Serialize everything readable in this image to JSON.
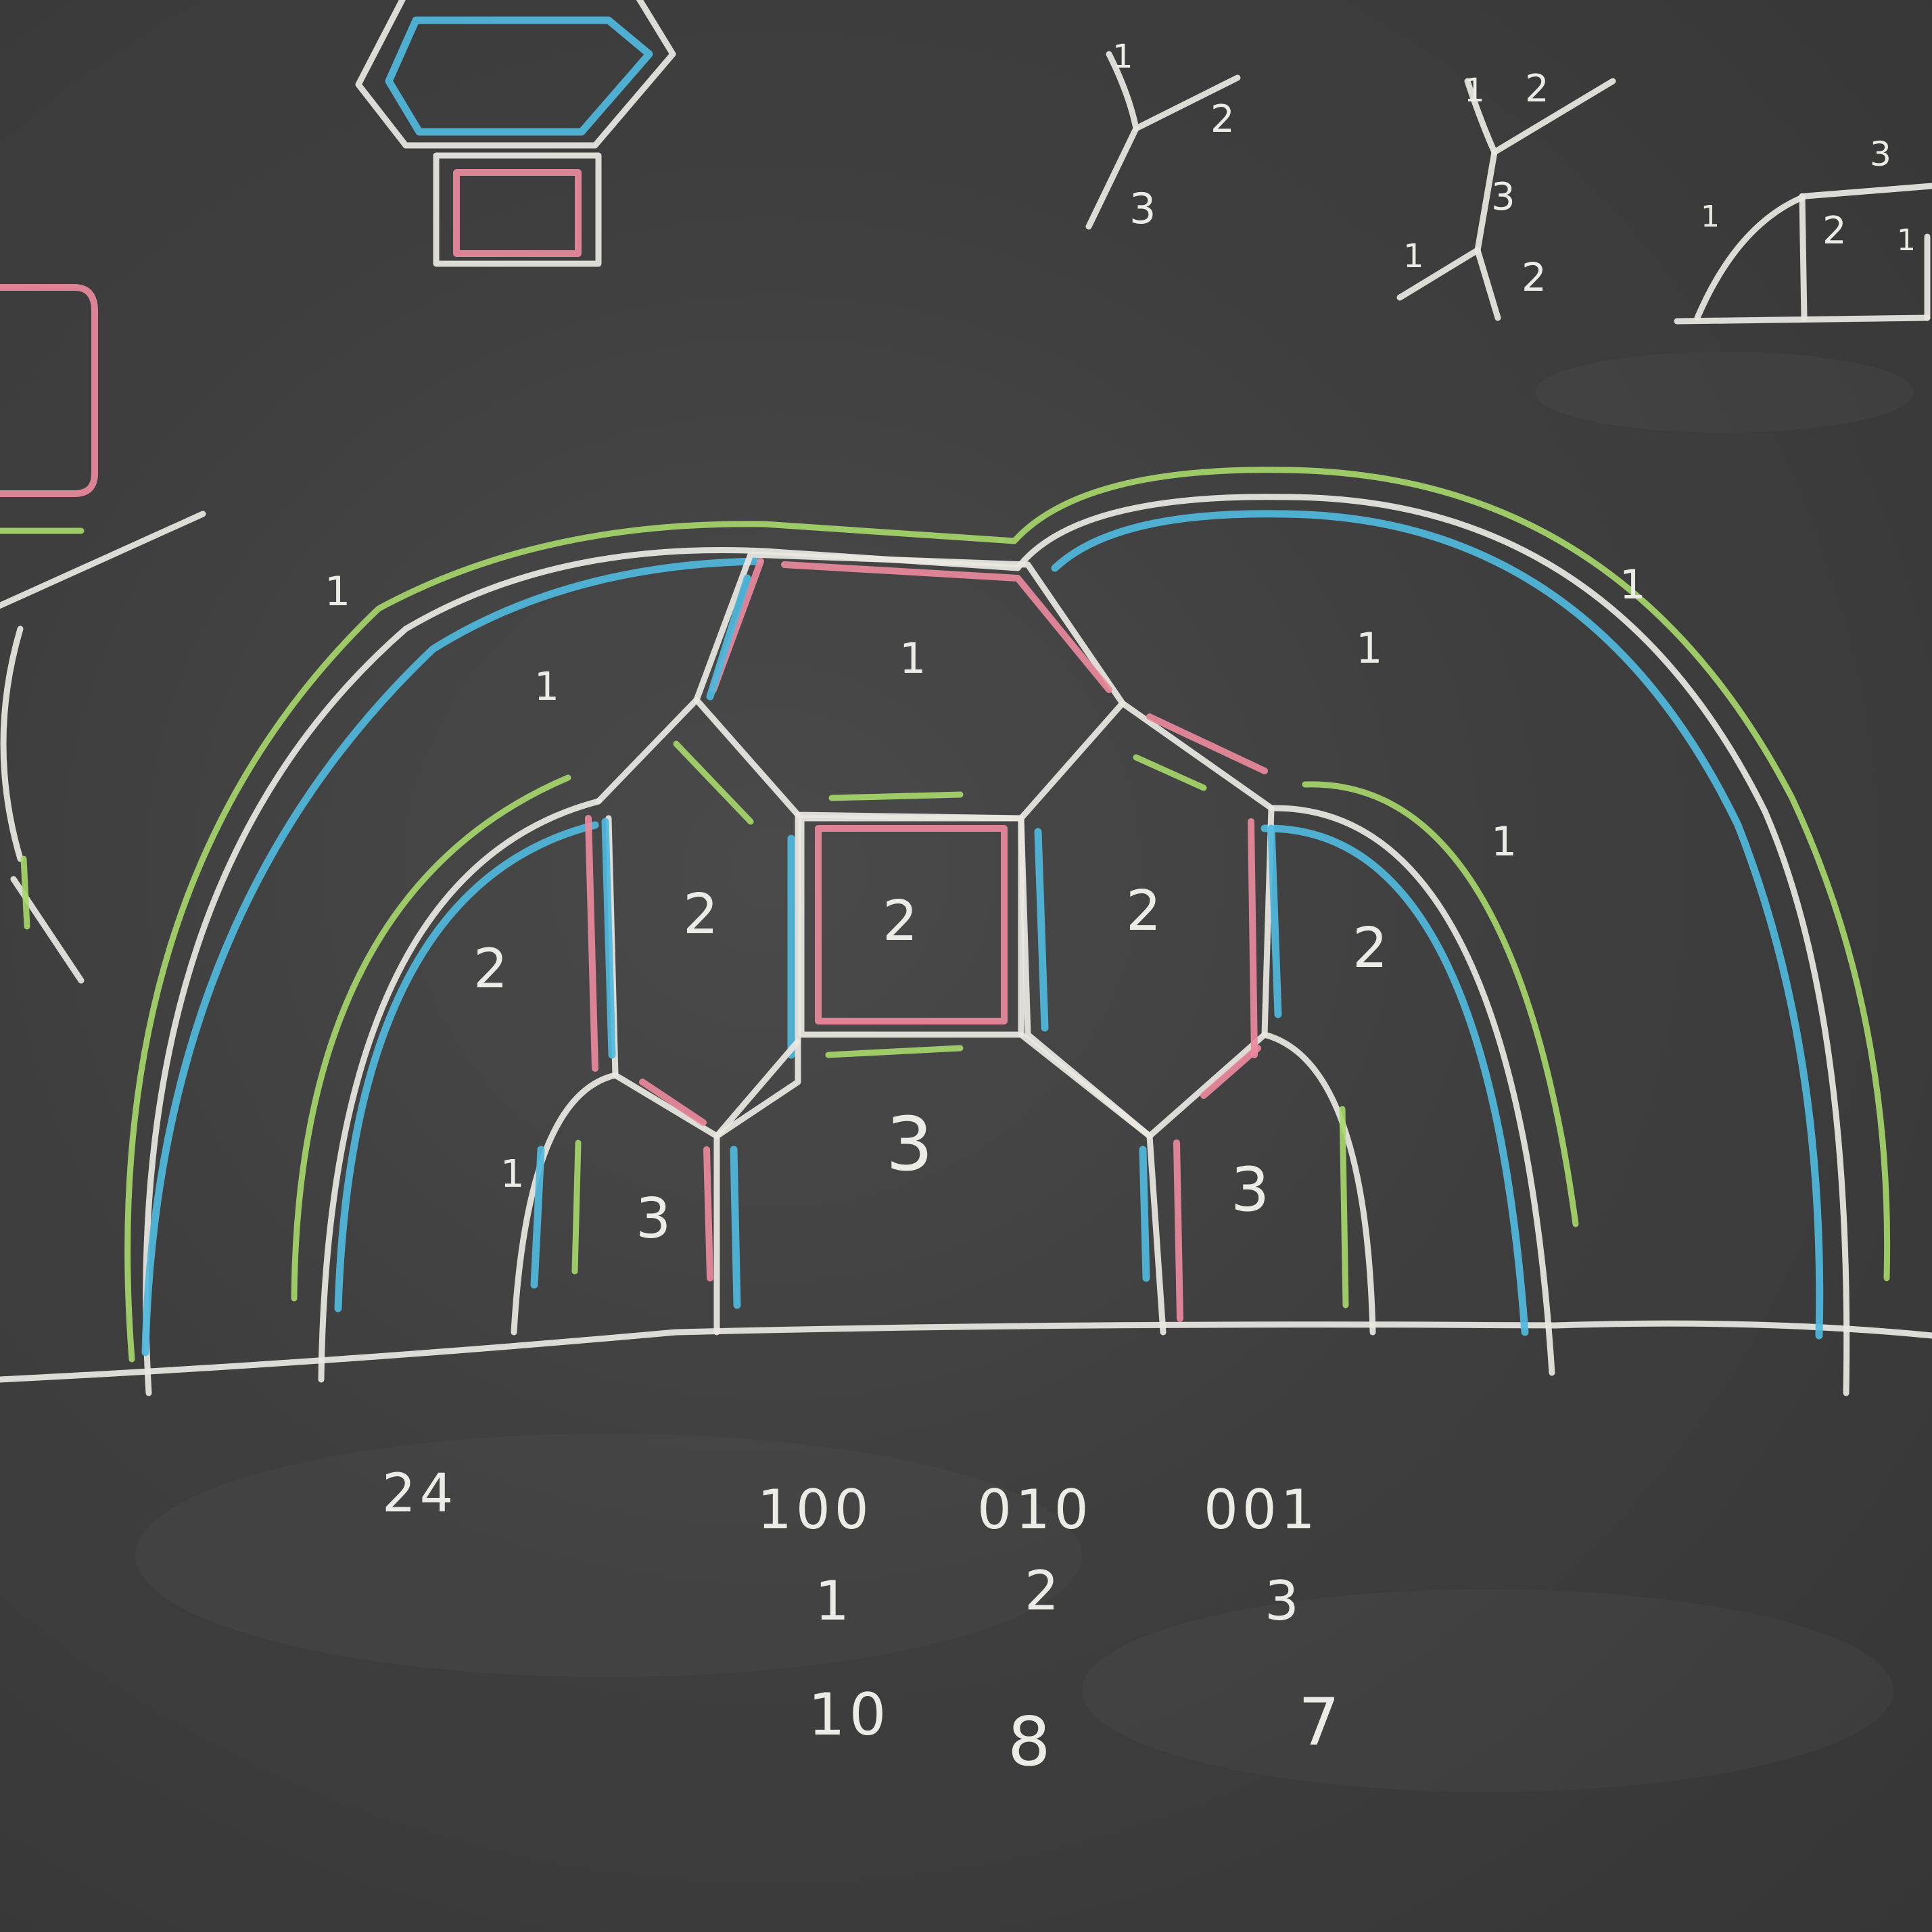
{
  "face_labels": [
    {
      "id": "outer-left",
      "text": "1"
    },
    {
      "id": "outer-right",
      "text": "1"
    },
    {
      "id": "inner-left-top",
      "text": "1"
    },
    {
      "id": "top-hex",
      "text": "1"
    },
    {
      "id": "upper-right",
      "text": "1"
    },
    {
      "id": "mid-right-small",
      "text": "1"
    },
    {
      "id": "left-arch",
      "text": "2"
    },
    {
      "id": "left-hex",
      "text": "2"
    },
    {
      "id": "center-square",
      "text": "2"
    },
    {
      "id": "right-hex",
      "text": "2"
    },
    {
      "id": "right-arch",
      "text": "2"
    },
    {
      "id": "bottom-left",
      "text": "3"
    },
    {
      "id": "bottom-center",
      "text": "3"
    },
    {
      "id": "bottom-right",
      "text": "3"
    },
    {
      "id": "bottom-left-small",
      "text": "1"
    }
  ],
  "edge_labels": {
    "vertex_a": [
      "1",
      "2",
      "3"
    ],
    "vertex_b": [
      "1",
      "2",
      "3",
      "1",
      "2"
    ],
    "partial": [
      "3",
      "1",
      "2",
      "1"
    ]
  },
  "table": {
    "left_value": "24",
    "codes": [
      "100",
      "010",
      "001"
    ],
    "indices": [
      "1",
      "2",
      "3"
    ],
    "counts": [
      "10",
      "8",
      "7"
    ]
  }
}
